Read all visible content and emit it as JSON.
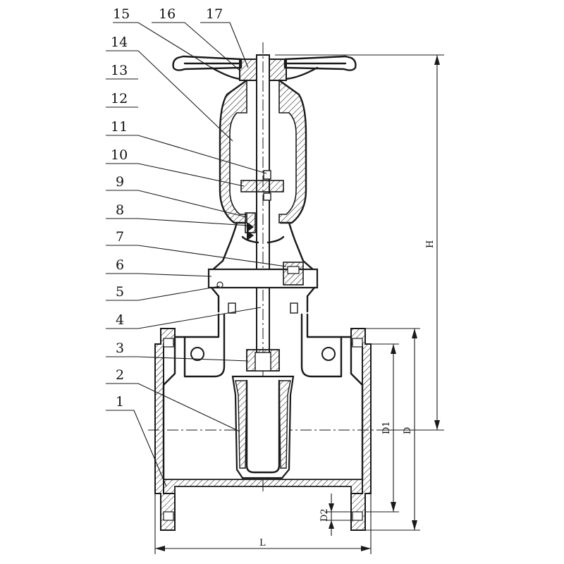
{
  "part_labels": [
    "15",
    "16",
    "17",
    "14",
    "13",
    "12",
    "11",
    "10",
    "9",
    "8",
    "7",
    "6",
    "5",
    "4",
    "3",
    "2",
    "1"
  ],
  "dimensions": {
    "height": "H",
    "d1": "D1",
    "d": "D",
    "d2": "D2",
    "length": "L"
  }
}
